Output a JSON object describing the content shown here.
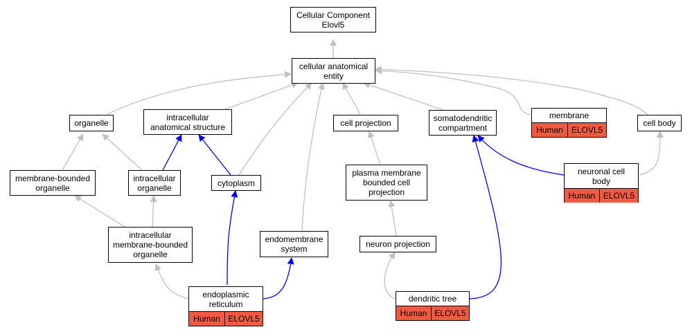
{
  "nodes": {
    "root": "Cellular Component\nElovl5",
    "cae": "cellular anatomical\nentity",
    "organelle": "organelle",
    "ias": "intracellular\nanatomical structure",
    "cellproj": "cell projection",
    "soma": "somatodendritic\ncompartment",
    "membrane": "membrane",
    "cellbody": "cell body",
    "mbo": "membrane-bounded\norganelle",
    "io": "intracellular\norganelle",
    "cyto": "cytoplasm",
    "pmbcp": "plasma membrane\nbounded cell\nprojection",
    "ncb": "neuronal cell\nbody",
    "imbo": "intracellular\nmembrane-bounded\norganelle",
    "endo": "endomembrane\nsystem",
    "neuproj": "neuron projection",
    "er": "endoplasmic\nreticulum",
    "dtree": "dendritic tree"
  },
  "tags": {
    "species": "Human",
    "gene": "ELOVL5"
  },
  "colors": {
    "is_a_edge": "#c0c0c0",
    "part_of_edge": "#0000ff",
    "annotation_tag": "#f05a40"
  }
}
